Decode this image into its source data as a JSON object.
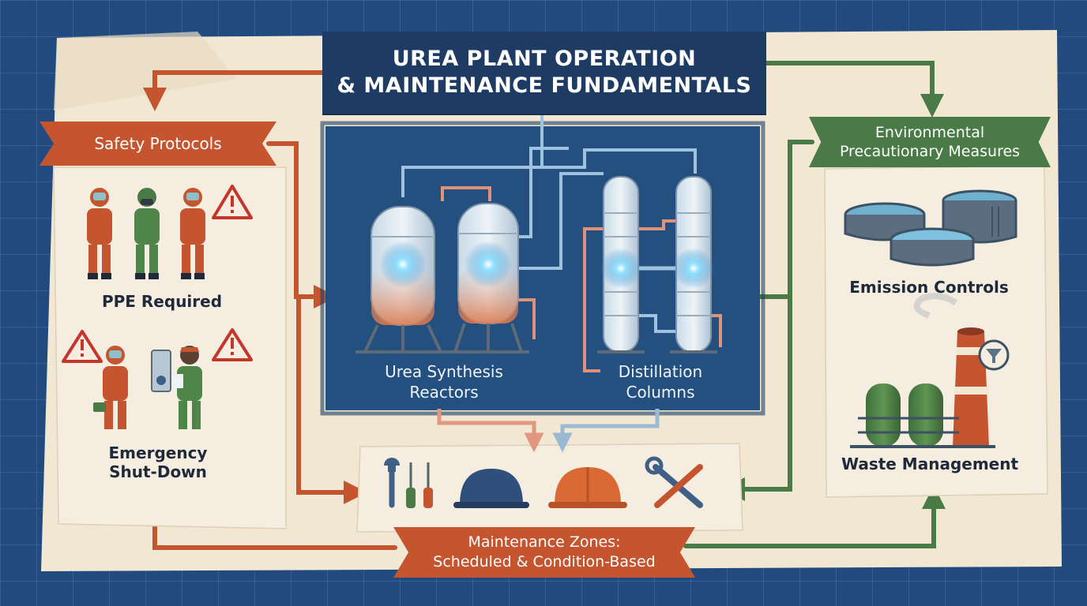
{
  "title": {
    "line1": "UREA PLANT OPERATION",
    "line2": "& MAINTENANCE FUNDAMENTALS"
  },
  "safety": {
    "heading": "Safety Protocols",
    "ppe_label": "PPE Required",
    "shutdown_line1": "Emergency",
    "shutdown_line2": "Shut-Down"
  },
  "environment": {
    "heading_line1": "Environmental",
    "heading_line2": "Precautionary Measures",
    "emission_label": "Emission Controls",
    "waste_label": "Waste Management"
  },
  "process": {
    "reactors_line1": "Urea Synthesis",
    "reactors_line2": "Reactors",
    "columns_line1": "Distillation",
    "columns_line2": "Columns"
  },
  "maintenance": {
    "line1": "Maintenance Zones:",
    "line2": "Scheduled & Condition-Based"
  },
  "colors": {
    "navy": "#1d3b63",
    "orange": "#c4552e",
    "green": "#4a7a45",
    "paper": "#f1e7d2",
    "panel": "#24507f"
  }
}
